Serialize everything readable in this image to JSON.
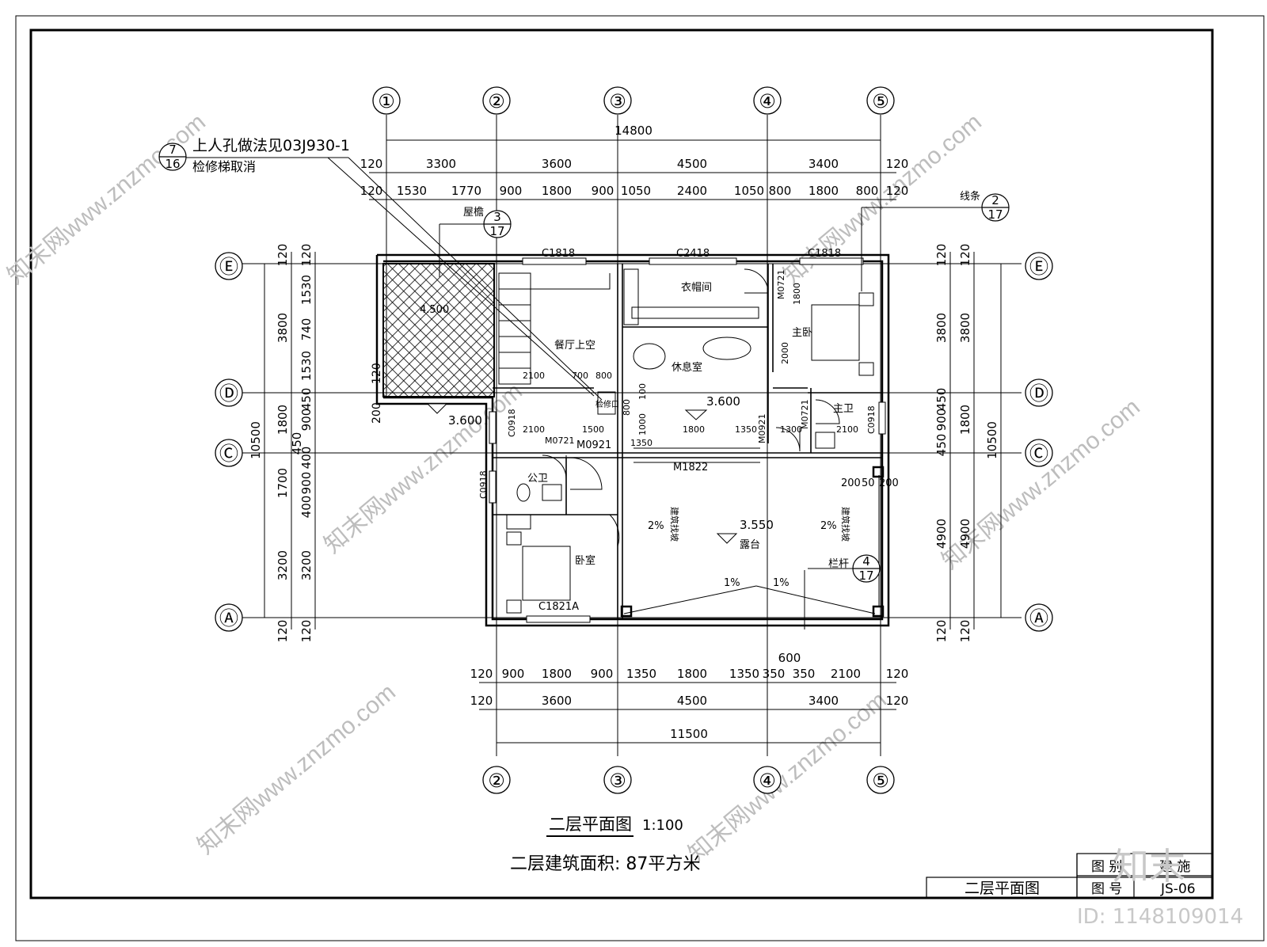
{
  "note": {
    "ref_num": "7",
    "ref_den": "16",
    "line1": "上人孔做法见03J930-1",
    "line2": "检修梯取消"
  },
  "axes": {
    "top": [
      "①",
      "②",
      "③",
      "④",
      "⑤"
    ],
    "bottom": [
      "②",
      "③",
      "④",
      "⑤"
    ],
    "rows": [
      "Ⓔ",
      "Ⓓ",
      "Ⓒ",
      "Ⓐ"
    ]
  },
  "dims": {
    "top_total": "14800",
    "top_row1": [
      "120",
      "3300",
      "3600",
      "4500",
      "3400",
      "120"
    ],
    "top_row2": [
      "120",
      "1530",
      "1770",
      "900",
      "1800",
      "900",
      "1050",
      "2400",
      "1050",
      "800",
      "1800",
      "800",
      "120"
    ],
    "bottom_row1": [
      "120",
      "900",
      "1800",
      "900",
      "1350",
      "1800",
      "1350",
      "350",
      "350",
      "2100",
      "120"
    ],
    "bottom_600": "600",
    "bottom_row2": [
      "120",
      "3600",
      "4500",
      "3400",
      "120"
    ],
    "bottom_total": "11500",
    "left_total": "10500",
    "left_outer": [
      "120",
      "3800",
      "1800",
      "1700",
      "3200",
      "120"
    ],
    "left_inner": [
      "120",
      "1530",
      "740",
      "1530",
      "450",
      "900",
      "450",
      "400",
      "900",
      "400",
      "3200",
      "120"
    ],
    "right_total": "10500",
    "right_outer": [
      "120",
      "3800",
      "450",
      "900",
      "450",
      "4900",
      "120"
    ],
    "right_inner": [
      "120",
      "3800",
      "1800",
      "4900",
      "120"
    ]
  },
  "rooms": {
    "wardrobe": "衣帽间",
    "dining_void": "餐厅上空",
    "lounge": "休息室",
    "master_bed": "主卧",
    "master_bath": "主卫",
    "public_bath": "公卫",
    "bedroom": "卧室",
    "terrace": "露台",
    "access_hatch": "检修口"
  },
  "labels": {
    "eave": "屋檐",
    "eave_ref_num": "3",
    "eave_ref_den": "17",
    "molding": "线条",
    "molding_ref_num": "2",
    "molding_ref_den": "17",
    "railing": "栏杆",
    "railing_ref_num": "4",
    "railing_ref_den": "17",
    "elev_roof": "3.600",
    "elev_lounge": "3.600",
    "elev_terrace": "3.550",
    "slope_1": "2%",
    "slope_2": "2%",
    "slope_3": "1%",
    "slope_4": "1%",
    "slope_note_1": "建筑找坡",
    "slope_note_2": "建筑找坡",
    "roof_elev_hatched": "4.500",
    "windows": {
      "c1818_left": "C1818",
      "c2418": "C2418",
      "c1818_right": "C1818",
      "c0918_a": "C0918",
      "c0918_b": "C0918",
      "c0918_c": "C0918",
      "c1821a": "C1821A"
    },
    "doors": {
      "m0721_a": "M0721",
      "m0921_a": "M0921",
      "m0921_b": "M0921",
      "m0721_b": "M0721",
      "m0721_c": "M0721",
      "m1822": "M1822"
    },
    "inner_dims": [
      "2100",
      "700",
      "800",
      "2100",
      "1500",
      "1350",
      "1800",
      "1350",
      "1300",
      "2100",
      "100",
      "800",
      "1000",
      "1800",
      "2000",
      "200",
      "120",
      "200",
      "50",
      "200"
    ]
  },
  "title": {
    "main": "二层平面图",
    "scale": "1:100",
    "area": "二层建筑面积: 87平方米"
  },
  "titleblock": {
    "name": "二层平面图",
    "cat_label": "图 别",
    "cat_value": "建 施",
    "num_label": "图 号",
    "num_value": "JS-06"
  },
  "watermark": {
    "text": "知末网www.znzmo.com",
    "logo": "知末",
    "id": "ID: 1148109014"
  }
}
